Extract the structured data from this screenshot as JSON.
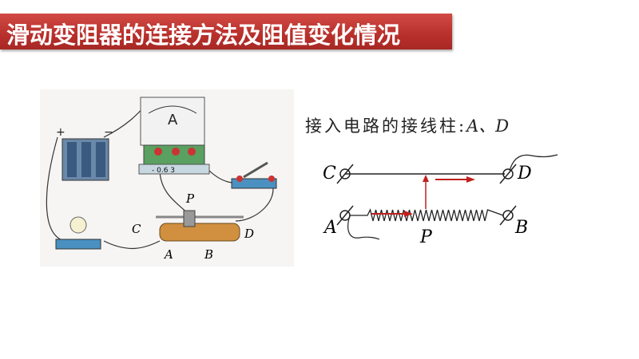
{
  "title": "滑动变阻器的连接方法及阻值变化情况",
  "photo": {
    "battery_plus": "+",
    "battery_minus": "−",
    "ammeter_symbol": "A",
    "ammeter_terminals": "- 0.6 3",
    "labels": {
      "P": "P",
      "C": "C",
      "D": "D",
      "A": "A",
      "B": "B"
    }
  },
  "diagram": {
    "caption": "接入电路的接线柱:",
    "caption_terminals": "A、D",
    "labels": {
      "C": "C",
      "D": "D",
      "A": "A",
      "B": "B",
      "P": "P"
    },
    "arrow_color": "#c0201c"
  }
}
